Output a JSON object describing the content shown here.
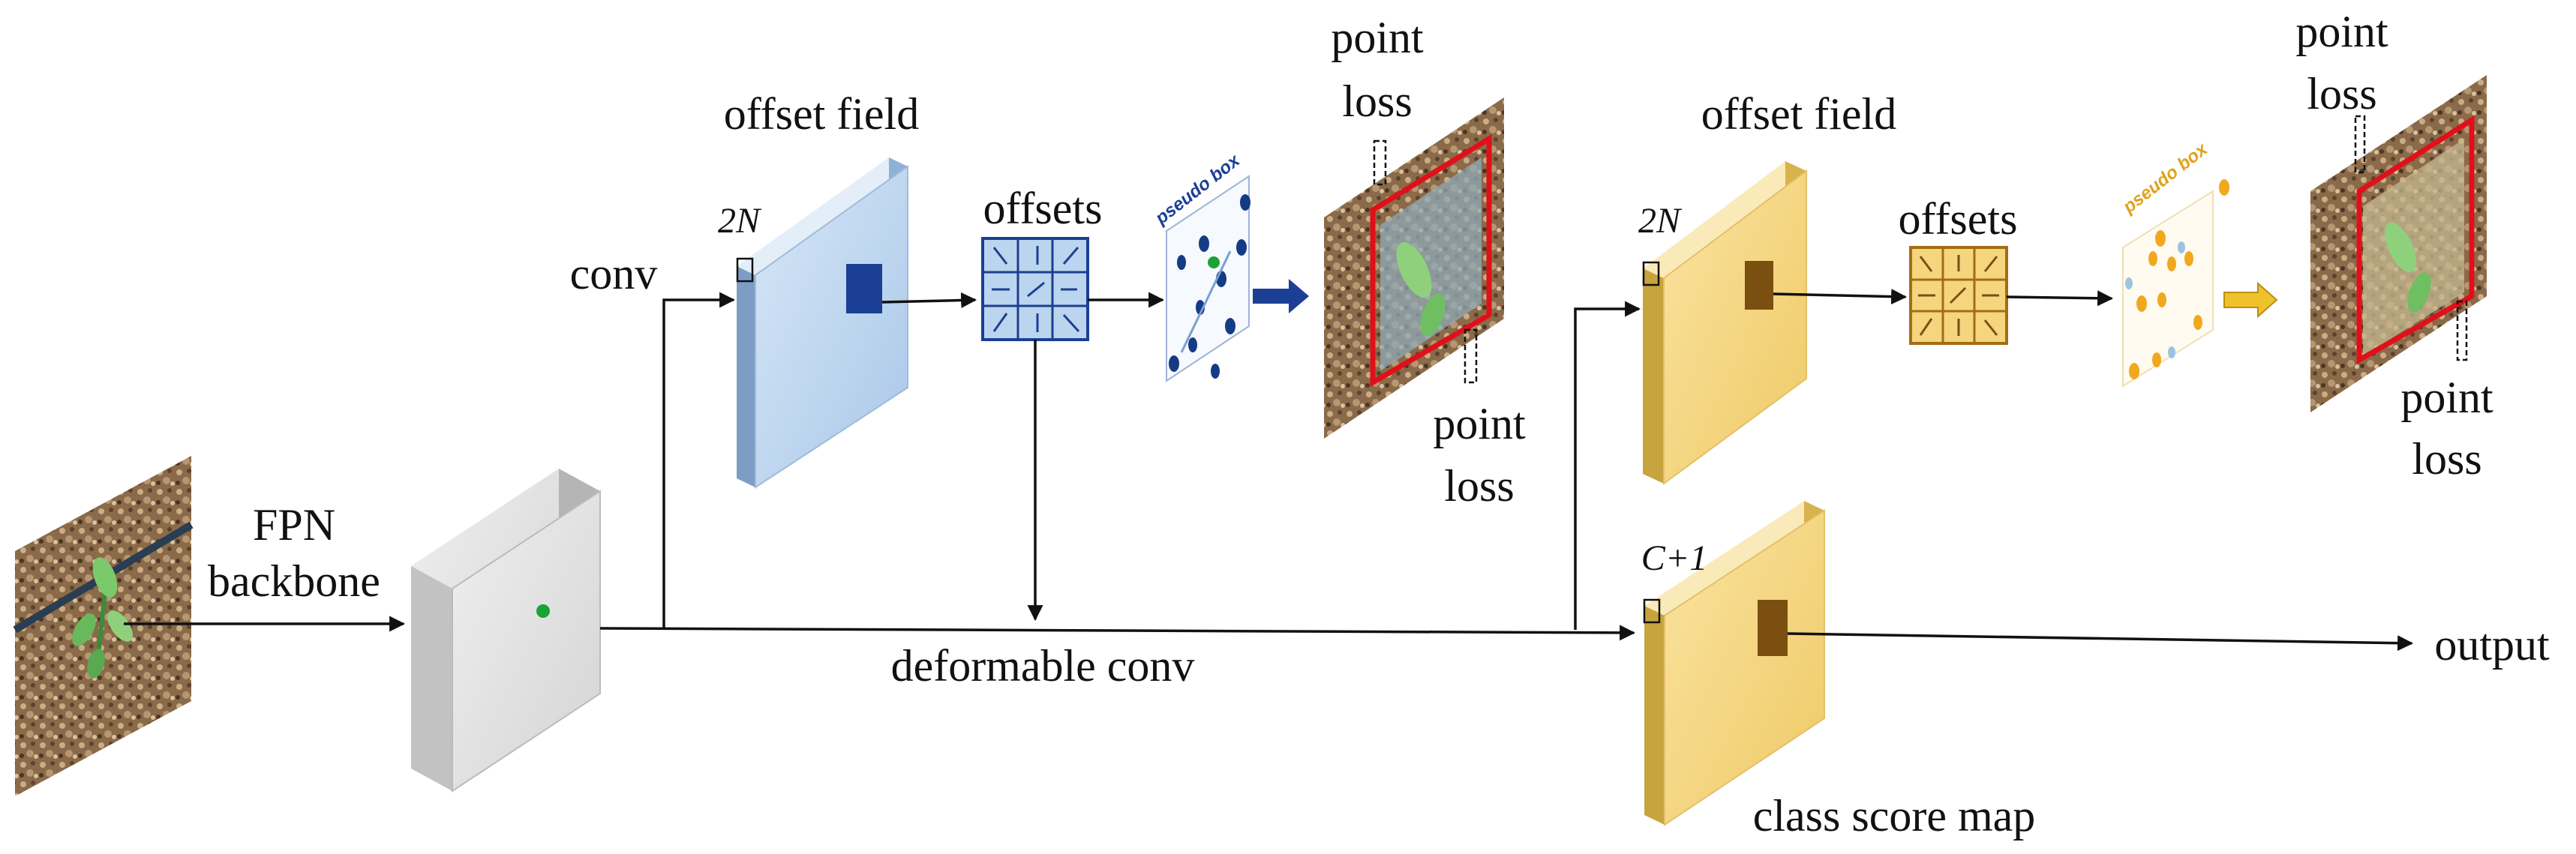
{
  "labels": {
    "fpn_backbone_line1": "FPN",
    "fpn_backbone_line2": "backbone",
    "conv": "conv",
    "offset_field_blue": "offset field",
    "offset_field_yellow": "offset field",
    "offsets_blue": "offsets",
    "offsets_yellow": "offsets",
    "channels_blue": "2N",
    "channels_yellow": "2N",
    "channels_class": "C+1",
    "pseudo_box_blue": "pseudo box",
    "pseudo_box_yellow": "pseudo box",
    "deformable_conv": "deformable conv",
    "class_score_map": "class score map",
    "output": "output",
    "point_loss_top_blue": [
      "point",
      "loss"
    ],
    "point_loss_bottom_blue": [
      "point",
      "loss"
    ],
    "point_loss_top_yellow": [
      "point",
      "loss"
    ],
    "point_loss_bottom_yellow": [
      "point",
      "loss"
    ]
  },
  "colors": {
    "blue_face": "#bcd5ee",
    "blue_side": "#7d9ec4",
    "blue_dark": "#1b3f94",
    "yellow_face": "#f5d57e",
    "yellow_side": "#c8a43e",
    "yellow_dark": "#7a4f10",
    "gray_face": "#e2e2e2",
    "gray_side": "#a9a9a9",
    "green_dot": "#1aa335",
    "red_box": "#e0101a"
  }
}
